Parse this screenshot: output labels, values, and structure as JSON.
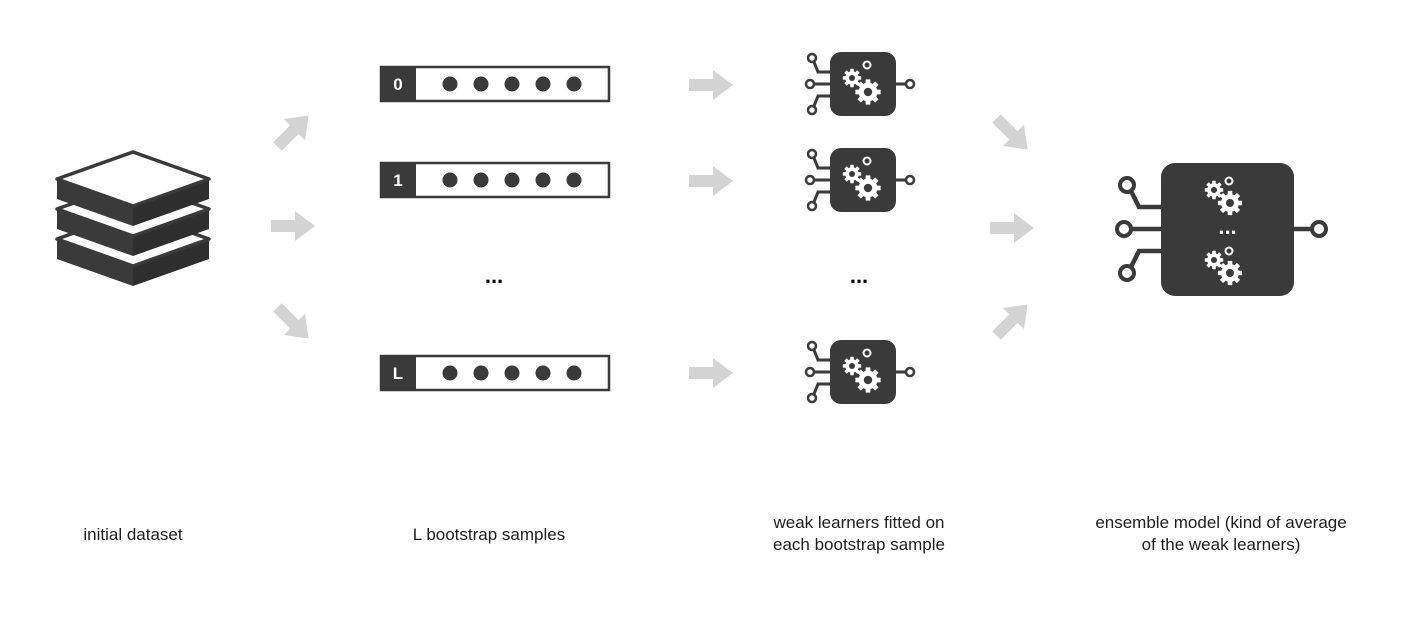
{
  "colors": {
    "dark": "#3a3a3a",
    "arrow": "#d3d3d3",
    "background": "#ffffff"
  },
  "samples": [
    {
      "label": "0"
    },
    {
      "label": "1"
    },
    {
      "label": "L"
    }
  ],
  "samples_ellipsis": "...",
  "learners_ellipsis": "...",
  "ensemble_ellipsis": "...",
  "captions": {
    "initial_dataset": [
      "initial dataset"
    ],
    "bootstrap_samples": [
      "L bootstrap samples"
    ],
    "weak_learners": [
      "weak learners fitted on",
      "each bootstrap sample"
    ],
    "ensemble_model": [
      "ensemble model (kind of average",
      "of the weak learners)"
    ]
  },
  "icons": {
    "dataset": "layered-stack-icon",
    "learner": "gears-chip-icon",
    "ensemble": "gears-chip-icon"
  }
}
